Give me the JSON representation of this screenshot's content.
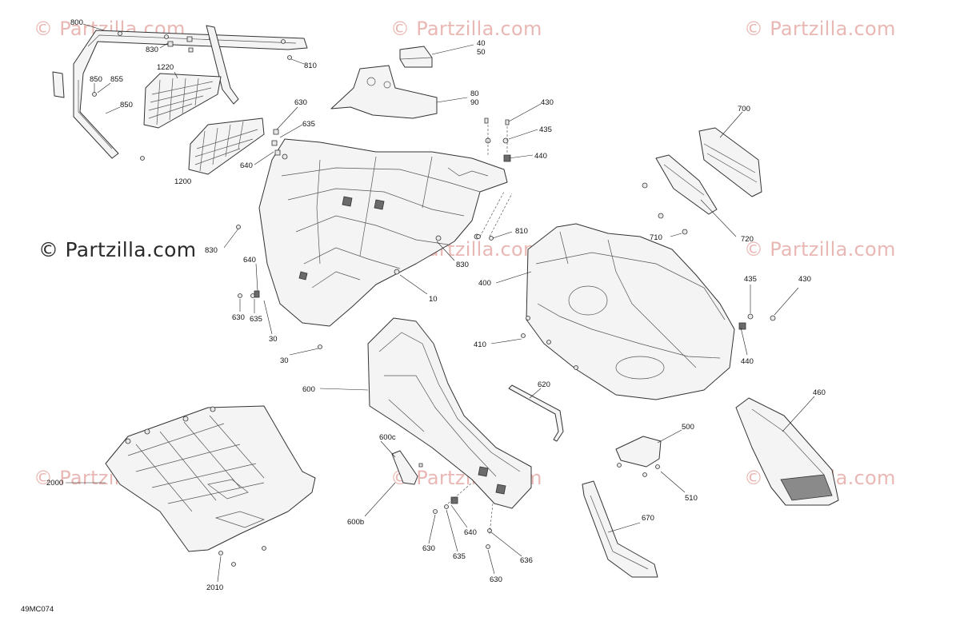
{
  "watermarks": [
    "© Partzilla.com",
    "© Partzilla.com",
    "© Partzilla.com",
    "© Partzilla.com",
    "© Partzilla.com",
    "© Partzilla.com",
    "© Partzilla.com",
    "© Partzilla.com",
    "© Partzilla.com"
  ],
  "diagram_code": "49MC074",
  "callouts": {
    "c800": "800",
    "c830a": "830",
    "c810a": "810",
    "c1220": "1220",
    "c850a": "850",
    "c855": "855",
    "c850b": "850",
    "c40": "40",
    "c50": "50",
    "c80": "80",
    "c90": "90",
    "c630a": "630",
    "c635a": "635",
    "c640a": "640",
    "c1200": "1200",
    "c430a": "430",
    "c435a": "435",
    "c440a": "440",
    "c700": "700",
    "c710": "710",
    "c720": "720",
    "c830b": "830",
    "c810b": "810",
    "c830c": "830",
    "c640b": "640",
    "c630b": "630",
    "c635b": "635",
    "c10": "10",
    "c400": "400",
    "c30a": "30",
    "c30b": "30",
    "c435b": "435",
    "c430b": "430",
    "c440b": "440",
    "c410": "410",
    "c600": "600",
    "c620": "620",
    "c460": "460",
    "c600c": "600c",
    "c500": "500",
    "c2000": "2000",
    "c600b": "600b",
    "c510": "510",
    "c640c": "640",
    "c630c": "630",
    "c635c": "635",
    "c636": "636",
    "c670": "670",
    "c630d": "630",
    "c2010": "2010"
  }
}
